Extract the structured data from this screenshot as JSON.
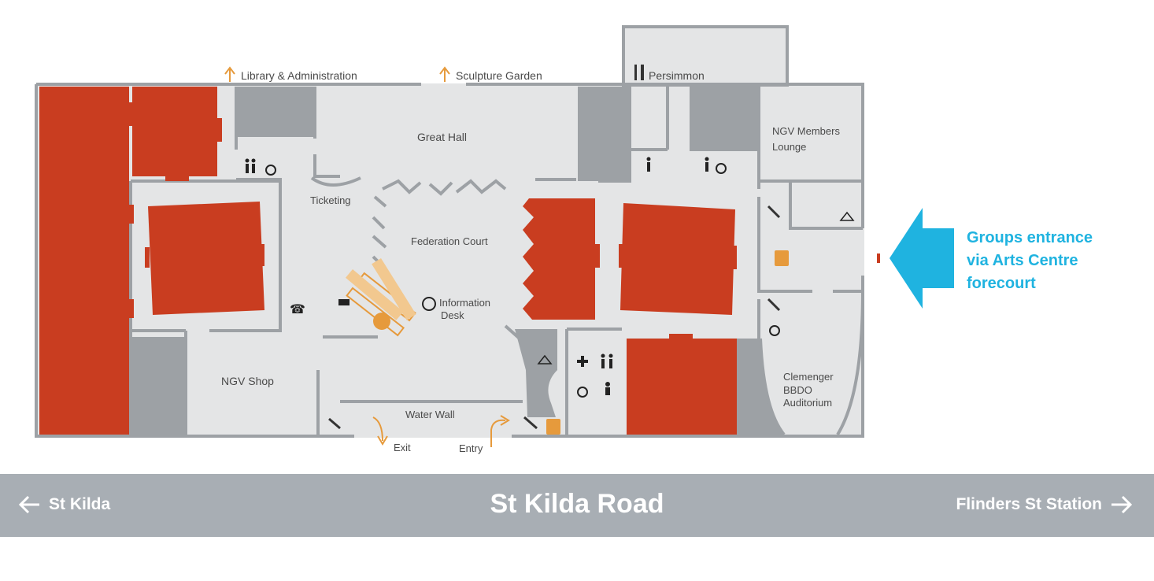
{
  "colors": {
    "gallery": "#c93d20",
    "floor": "#e4e5e6",
    "wall": "#9da1a5",
    "service": "#9da1a5",
    "accent": "#e69a3c",
    "groups_blue": "#1fb3e0",
    "road": "#a8aeb4"
  },
  "map": {
    "top_links": {
      "library": "Library & Administration",
      "sculpture": "Sculpture Garden",
      "persimmon": "Persimmon"
    },
    "rooms": {
      "great_hall": "Great Hall",
      "members_1": "NGV Members",
      "members_2": "Lounge",
      "ticketing": "Ticketing",
      "federation": "Federation Court",
      "info_1": "Information",
      "info_2": "Desk",
      "shop": "NGV Shop",
      "water_wall": "Water Wall",
      "exit": "Exit",
      "entry": "Entry",
      "aud_1": "Clemenger",
      "aud_2": "BBDO",
      "aud_3": "Auditorium"
    },
    "groups": {
      "line1": "Groups entrance",
      "line2": "via Arts Centre",
      "line3": "forecourt"
    }
  },
  "road": {
    "title": "St Kilda Road",
    "left": "St Kilda",
    "right": "Flinders St Station"
  },
  "icons": [
    "up-arrow-icon",
    "cutlery-icon",
    "toilets-icon",
    "accessible-icon",
    "stairs-icon",
    "lift-icon",
    "cloakroom-icon",
    "cafe-icon",
    "phone-icon",
    "information-icon",
    "first-aid-icon",
    "baby-change-icon",
    "entrance-arrow-icon",
    "left-arrow-icon",
    "right-arrow-icon"
  ]
}
